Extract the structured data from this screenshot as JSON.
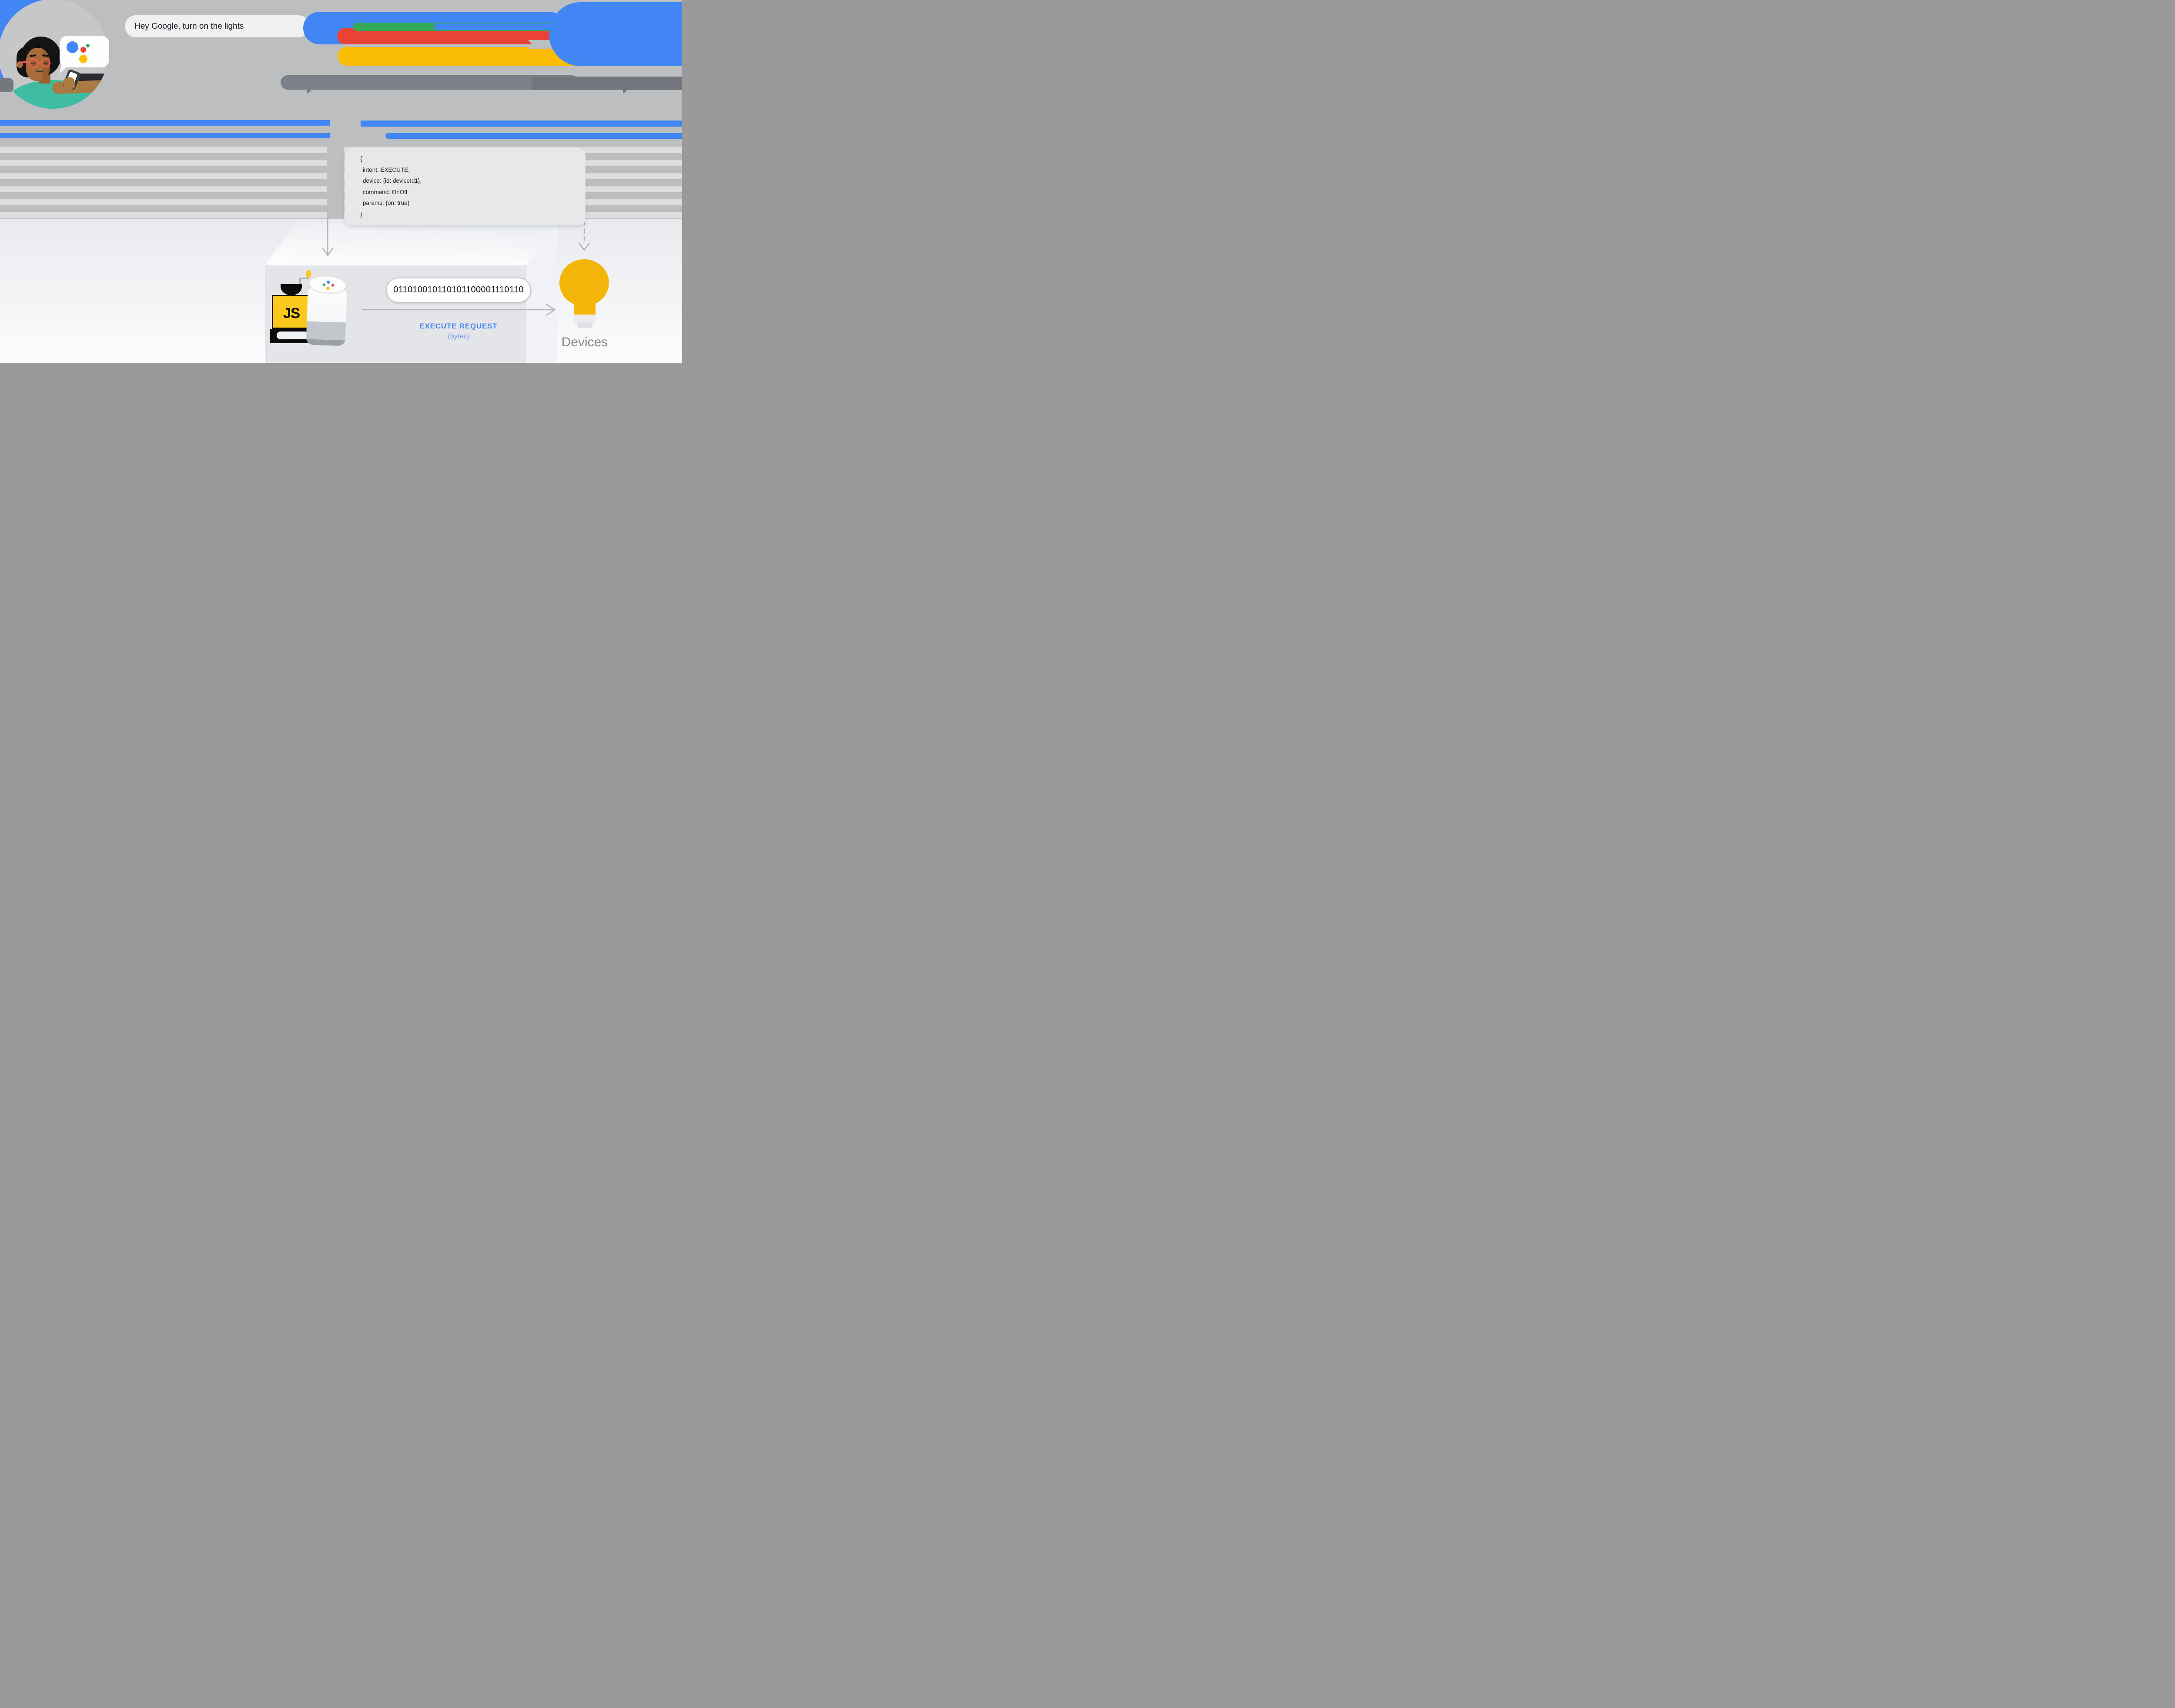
{
  "scene": {
    "title": "Google Assistant local fulfillment flow illustration",
    "user_query": "Hey Google, turn on the lights",
    "intent_code": {
      "lines": [
        "{",
        "intent: EXECUTE,",
        "device: {id: deviceId1},",
        "command: OnOff",
        "params: {on: true}",
        "}"
      ]
    },
    "binary_payload": "011010010110101100001110110",
    "request_label": {
      "title": "EXECUTE REQUEST",
      "subtitle": "(bytes)"
    },
    "devices_label": "Devices",
    "js_badge": "JS"
  },
  "icons": {
    "person-avatar": "person speaking to assistant while holding phone",
    "assistant-logo-icon": "google assistant four-color dots in speech bubble",
    "phone-icon": "smartphone in hand",
    "google-home-speaker": "google home smart speaker with four color dots",
    "js-machine": "local javascript app grinder machine with JS badge",
    "lightbulb-icon": "smart light bulb",
    "down-arrow-icon": "solid arrow from intent to speaker",
    "dashed-arrow-icon": "dashed arrow to devices",
    "right-arrow-icon": "arrow carrying execute request bytes"
  },
  "colors": {
    "google_blue": "#4285f4",
    "google_red": "#ea4335",
    "google_green": "#34a853",
    "google_yellow": "#fbbc04",
    "label_blue": "#4285f4",
    "bytes_blue": "#6d9df5",
    "devices_gray": "#87888a",
    "code_text": "#202124",
    "background_gray": "#bdbebf",
    "stripe_light": "#dcdee0",
    "bubble_gray": "#e7e8ea",
    "shirt_teal": "#3fbda4",
    "bulb_yellow": "#f3b50a",
    "js_yellow": "#fbc91b"
  }
}
